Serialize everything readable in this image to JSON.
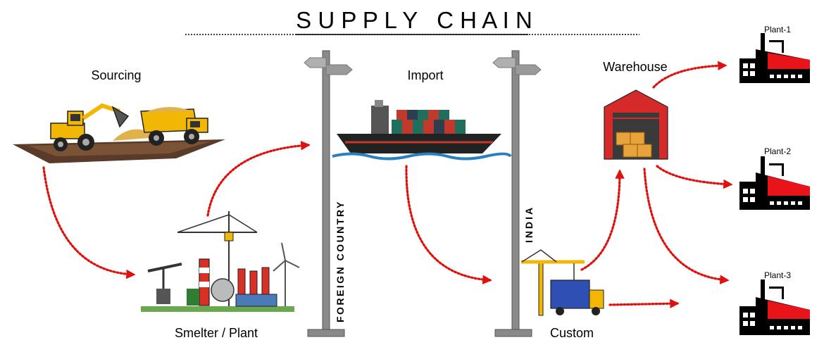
{
  "title": "S U P P L Y   C H A I N",
  "stages": {
    "sourcing": "Sourcing",
    "smelter": "Smelter / Plant",
    "import": "Import",
    "custom": "Custom",
    "warehouse": "Warehouse"
  },
  "poles": {
    "foreign": "FOREIGN COUNTRY",
    "india": "INDIA"
  },
  "plants": [
    "Plant-1",
    "Plant-2",
    "Plant-3"
  ],
  "colors": {
    "arrow": "#e0100c",
    "plant_roof": "#e8141a",
    "warehouse": "#d42a2a",
    "machinery": "#f2b705",
    "pole": "#8a8a8a"
  }
}
